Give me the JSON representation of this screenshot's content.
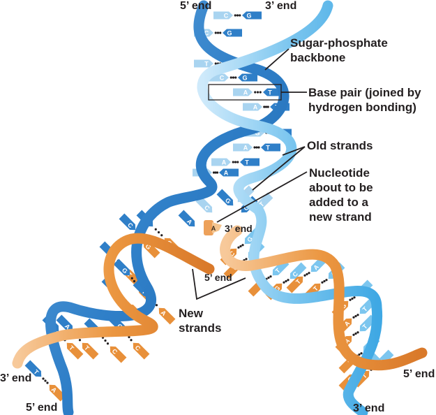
{
  "figure": {
    "title": "DNA replication fork",
    "colors": {
      "old_strand_dark": "#2f7fc8",
      "old_strand_light": "#7cc6ef",
      "old_strand_pale": "#a9d4f0",
      "new_strand": "#e8903a",
      "new_strand_light": "#f4c48e",
      "bond_dots": "#231f20",
      "leader_line": "#231f20"
    },
    "ends": {
      "top_left": "5’ end",
      "top_right": "3’ end",
      "fork_3prime": "3’ end",
      "fork_5prime": "5’ end",
      "bottom_left_3prime": "3’ end",
      "bottom_left_5prime": "5’ end",
      "bottom_right_5prime": "5’ end",
      "bottom_right_3prime": "3’ end"
    },
    "callouts": {
      "backbone_line1": "Sugar-phosphate",
      "backbone_line2": "backbone",
      "basepair_line1": "Base pair (joined by",
      "basepair_line2": "hydrogen bonding)",
      "old_strands": "Old strands",
      "nucleotide_line1": "Nucleotide",
      "nucleotide_line2": "about to be",
      "nucleotide_line3": "added to a",
      "nucleotide_line4": "new strand",
      "new_strands_line1": "New",
      "new_strands_line2": "strands"
    },
    "parent_helix_pairs": [
      {
        "left": "C",
        "right": "G"
      },
      {
        "left": "C",
        "right": "G"
      },
      {
        "left": "T",
        "right": "A"
      },
      {
        "left": "C",
        "right": "G"
      },
      {
        "left": "A",
        "right": "T"
      },
      {
        "left": "A",
        "right": "T"
      },
      {
        "left": "G",
        "right": "C"
      },
      {
        "left": "A",
        "right": "T"
      },
      {
        "left": "A",
        "right": "T"
      },
      {
        "left": "T",
        "right": "A"
      }
    ],
    "fork_unpaired_left": [
      "G",
      "C",
      "A"
    ],
    "fork_unpaired_right": [
      "C",
      "G",
      "T"
    ],
    "free_nucleotide": "A",
    "left_daughter_pairs": [
      {
        "old": "C",
        "new": "G"
      },
      {
        "old": "C",
        "new": "G"
      },
      {
        "old": "A",
        "new": "T"
      },
      {
        "old": "G",
        "new": "C"
      },
      {
        "old": "T",
        "new": "A"
      },
      {
        "old": "T",
        "new": "A"
      },
      {
        "old": "A",
        "new": "T"
      },
      {
        "old": "A",
        "new": "T"
      },
      {
        "old": "G",
        "new": "C"
      },
      {
        "old": "G",
        "new": "C"
      },
      {
        "old": "T",
        "new": "A"
      }
    ],
    "right_daughter_pairs": [
      {
        "old": "G",
        "new": "C"
      },
      {
        "old": "G",
        "new": "C"
      },
      {
        "old": "T",
        "new": "A"
      },
      {
        "old": "C",
        "new": "G"
      },
      {
        "old": "A",
        "new": "T"
      },
      {
        "old": "A",
        "new": "T"
      },
      {
        "old": "C",
        "new": "G"
      },
      {
        "old": "T",
        "new": "A"
      },
      {
        "old": "T",
        "new": "A"
      },
      {
        "old": "A",
        "new": "T"
      },
      {
        "old": "C",
        "new": "G"
      },
      {
        "old": "A",
        "new": "T"
      }
    ]
  }
}
